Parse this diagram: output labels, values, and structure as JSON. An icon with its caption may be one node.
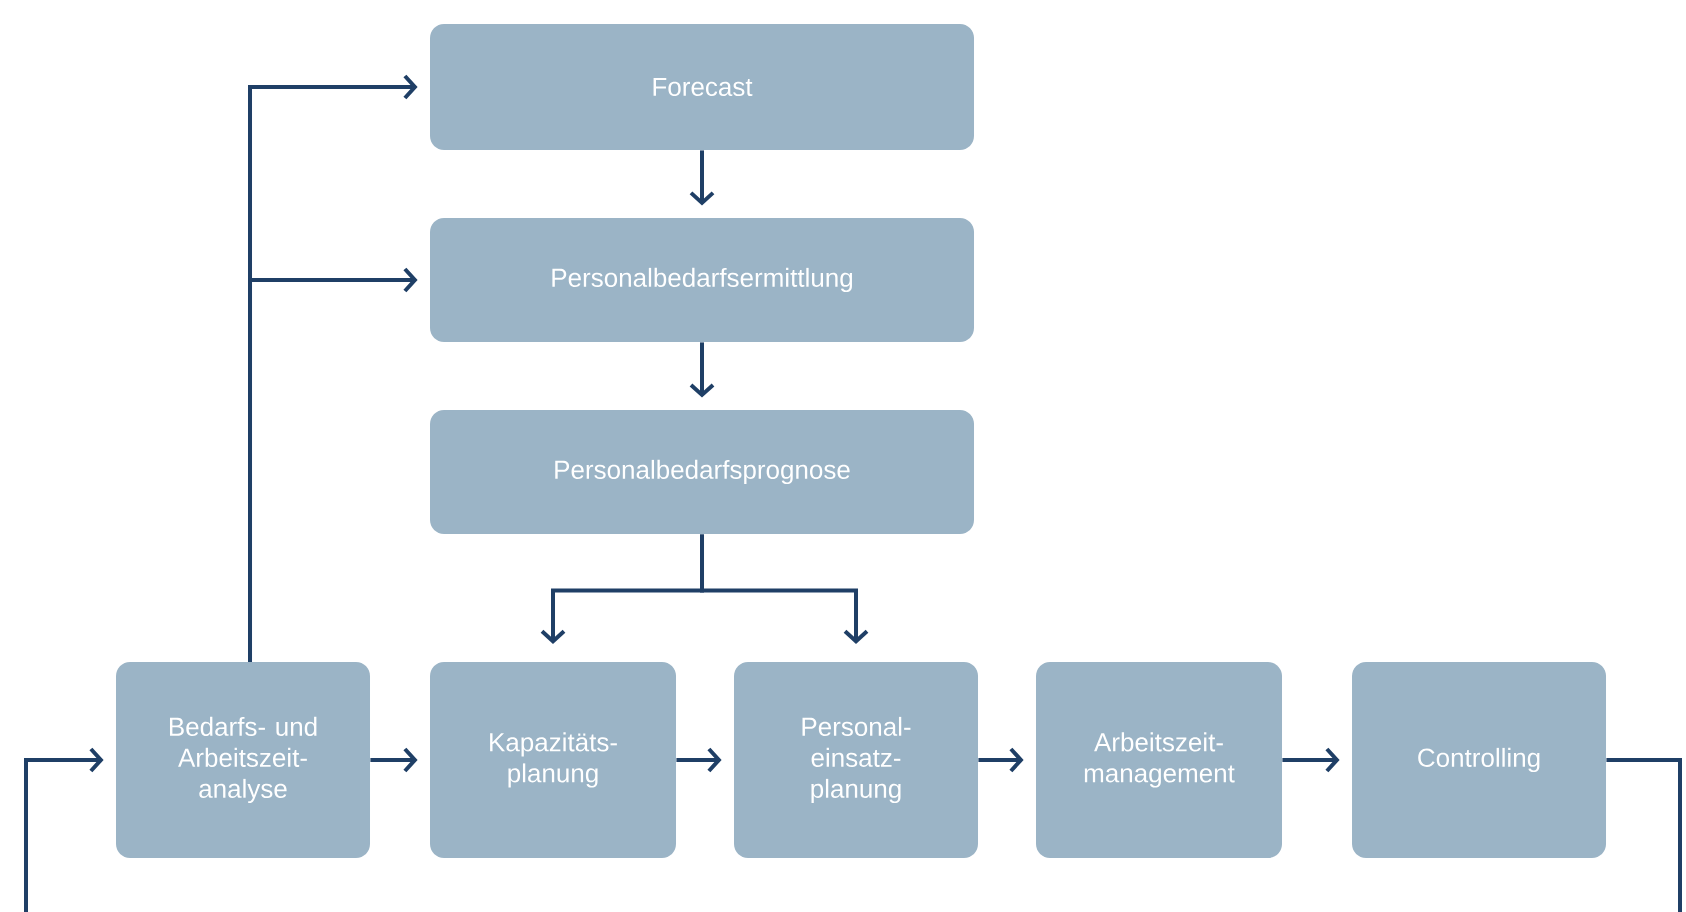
{
  "diagram": {
    "nodes": [
      {
        "text": [
          "Forecast"
        ]
      },
      {
        "text": [
          "Personalbedarfsermittlung"
        ]
      },
      {
        "text": [
          "Personalbedarfsprognose"
        ]
      },
      {
        "text": [
          "Bedarfs- und Arbeitszeit- analyse"
        ]
      },
      {
        "text": [
          "Kapazitäts- planung"
        ]
      },
      {
        "text": [
          "Personal- einsatz- planung"
        ]
      },
      {
        "text": [
          "Arbeitszeit- management"
        ]
      },
      {
        "text": [
          "Controlling"
        ]
      }
    ],
    "edges": [
      {
        "from": 0,
        "to": 1,
        "arrow": "to"
      },
      {
        "from": 1,
        "to": 2,
        "arrow": "to"
      },
      {
        "from": 2,
        "to": 4,
        "arrow": "to"
      },
      {
        "from": 2,
        "to": 5,
        "arrow": "to"
      },
      {
        "from": 3,
        "to": 0,
        "arrow": "to"
      },
      {
        "from": 3,
        "to": 1,
        "arrow": "to"
      },
      {
        "from": 3,
        "to": 4,
        "arrow": "to"
      },
      {
        "from": 4,
        "to": 5,
        "arrow": "to"
      },
      {
        "from": 5,
        "to": 6,
        "arrow": "to"
      },
      {
        "from": 6,
        "to": 7,
        "arrow": "to"
      },
      {
        "from": 7,
        "to": 3,
        "arrow": "to"
      }
    ]
  }
}
